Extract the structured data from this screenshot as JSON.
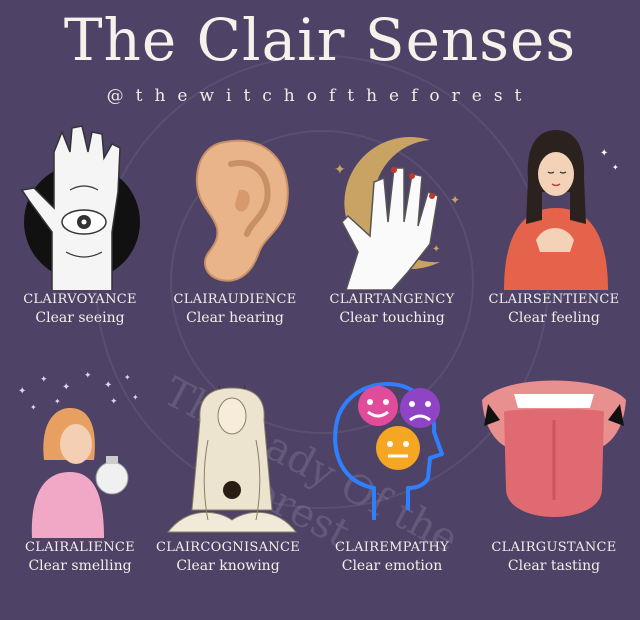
{
  "header": {
    "title": "The Clair Senses",
    "handle": "@thewitchoftheforest"
  },
  "watermark": "The Lady Of the Forest",
  "senses": [
    {
      "name": "CLAIRVOYANCE",
      "desc": "Clear seeing",
      "icon": "palm-eye-icon"
    },
    {
      "name": "CLAIRAUDIENCE",
      "desc": "Clear hearing",
      "icon": "ear-icon"
    },
    {
      "name": "CLAIRTANGENCY",
      "desc": "Clear touching",
      "icon": "hand-moon-icon"
    },
    {
      "name": "CLAIRSENTIENCE",
      "desc": "Clear feeling",
      "icon": "woman-heart-icon"
    },
    {
      "name": "CLAIRALIENCE",
      "desc": "Clear smelling",
      "icon": "woman-smelling-icon"
    },
    {
      "name": "CLAIRCOGNISANCE",
      "desc": "Clear knowing",
      "icon": "meditating-goddess-icon"
    },
    {
      "name": "CLAIREMPATHY",
      "desc": "Clear emotion",
      "icon": "head-emotions-icon"
    },
    {
      "name": "CLAIRGUSTANCE",
      "desc": "Clear tasting",
      "icon": "tongue-icon"
    }
  ],
  "colors": {
    "background": "#4e4266",
    "text": "#f4efe8",
    "gold": "#c9a364"
  }
}
